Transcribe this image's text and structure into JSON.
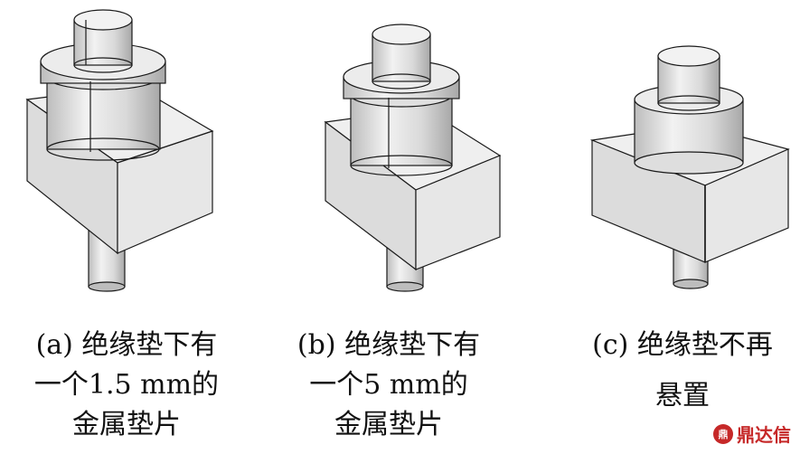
{
  "captions": {
    "a": {
      "label": "(a) 绝缘垫下有",
      "line2": "一个1.5 mm的",
      "line3": "金属垫片"
    },
    "b": {
      "label": "(b) 绝缘垫下有",
      "line2": "一个5 mm的",
      "line3": "金属垫片"
    },
    "c": {
      "label": "(c) 绝缘垫不再",
      "line2": "悬置"
    }
  },
  "watermark": {
    "logo_text": "鼎",
    "text": "鼎达信"
  },
  "colors": {
    "face_light": "#e6e6e6",
    "face_mid": "#d2d2d2",
    "face_dark": "#b8b8b8",
    "edge": "#1a1a1a",
    "accent": "#c62828"
  }
}
